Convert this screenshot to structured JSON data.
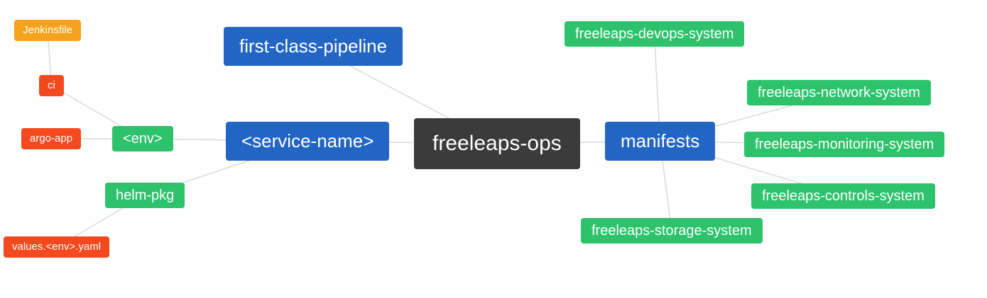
{
  "colors": {
    "dark": "#3b3b3b",
    "blue": "#2265c3",
    "green": "#2dc26b",
    "red": "#f4491f",
    "amber": "#f7a21b",
    "edge": "#d9d9d9",
    "background": "#ffffff",
    "text": "#ffffff"
  },
  "diagram": {
    "type": "mindmap",
    "root_label": "freeleaps-ops",
    "nodes": {
      "jenkinsfile": {
        "label": "Jenkinsfile"
      },
      "ci": {
        "label": "ci"
      },
      "argo_app": {
        "label": "argo-app"
      },
      "env": {
        "label": "<env>"
      },
      "helm_pkg": {
        "label": "helm-pkg"
      },
      "values_env_yaml": {
        "label": "values.<env>.yaml"
      },
      "service_name": {
        "label": "<service-name>"
      },
      "first_class_pipeline": {
        "label": "first-class-pipeline"
      },
      "freeleaps_ops": {
        "label": "freeleaps-ops"
      },
      "manifests": {
        "label": "manifests"
      },
      "devops_system": {
        "label": "freeleaps-devops-system"
      },
      "network_system": {
        "label": "freeleaps-network-system"
      },
      "monitoring_system": {
        "label": "freeleaps-monitoring-system"
      },
      "controls_system": {
        "label": "freeleaps-controls-system"
      },
      "storage_system": {
        "label": "freeleaps-storage-system"
      }
    },
    "edges": [
      [
        "jenkinsfile",
        "ci"
      ],
      [
        "ci",
        "env"
      ],
      [
        "argo_app",
        "env"
      ],
      [
        "env",
        "service_name"
      ],
      [
        "values_env_yaml",
        "helm_pkg"
      ],
      [
        "helm_pkg",
        "service_name"
      ],
      [
        "first_class_pipeline",
        "freeleaps_ops"
      ],
      [
        "service_name",
        "freeleaps_ops"
      ],
      [
        "freeleaps_ops",
        "manifests"
      ],
      [
        "manifests",
        "devops_system"
      ],
      [
        "manifests",
        "network_system"
      ],
      [
        "manifests",
        "monitoring_system"
      ],
      [
        "manifests",
        "controls_system"
      ],
      [
        "manifests",
        "storage_system"
      ]
    ]
  }
}
